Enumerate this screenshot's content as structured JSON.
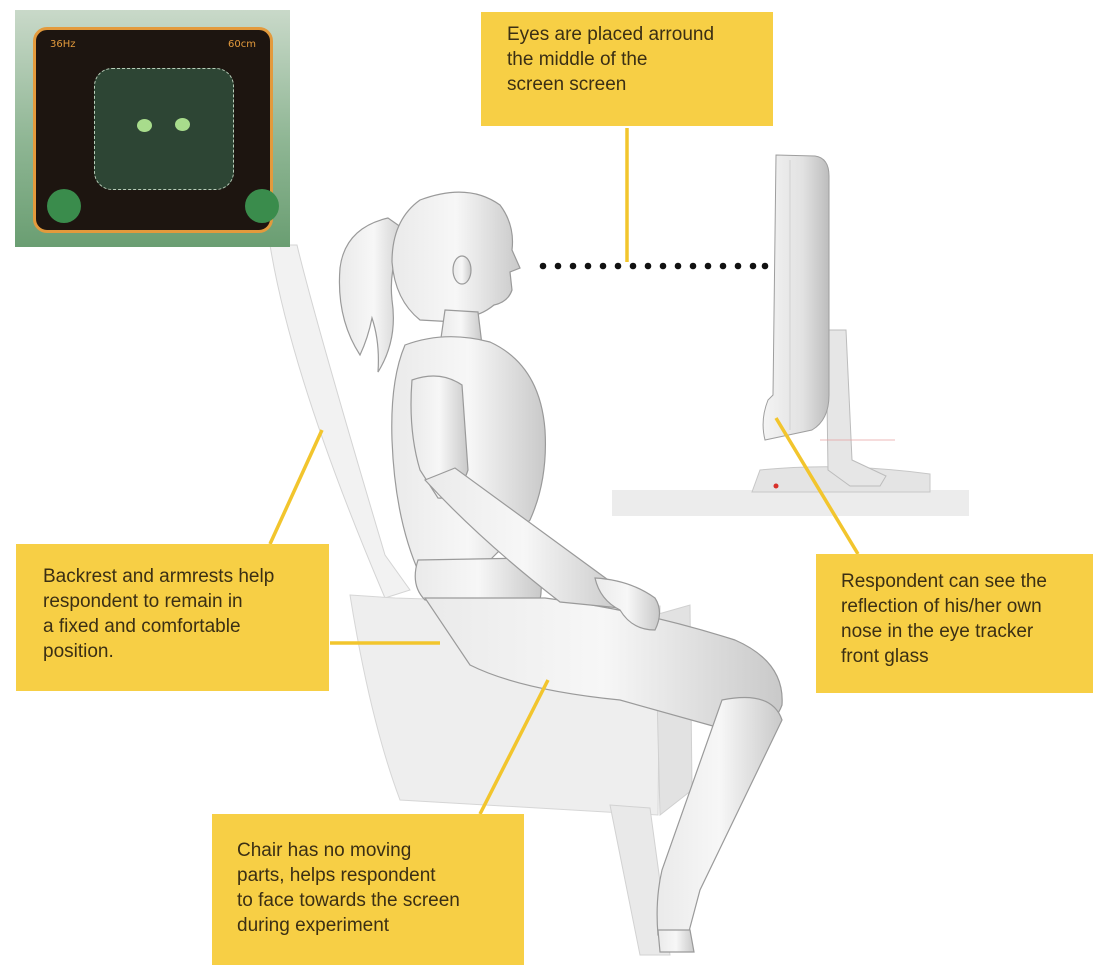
{
  "tracker": {
    "frequency": "36Hz",
    "distance": "60cm"
  },
  "callouts": {
    "eyes": [
      "Eyes are placed arround",
      "the middle of the",
      "screen screen"
    ],
    "backrest": [
      "Backrest and armrests help",
      "respondent to remain in",
      "a fixed and comfortable",
      "position."
    ],
    "reflection": [
      "Respondent can see the",
      "reflection of his/her own",
      "nose in the eye tracker",
      "front glass"
    ],
    "chair": [
      "Chair has no moving",
      "parts, helps respondent",
      "to face towards the screen",
      "during experiment"
    ]
  },
  "colors": {
    "callout_bg": "#f7cf45",
    "leader_line": "#f2c52d",
    "tracker_frame": "#e39a3c",
    "tracker_screen": "#1d1510",
    "eye_dot": "#a8dc8c",
    "corner_dot": "#3a8c4c"
  }
}
